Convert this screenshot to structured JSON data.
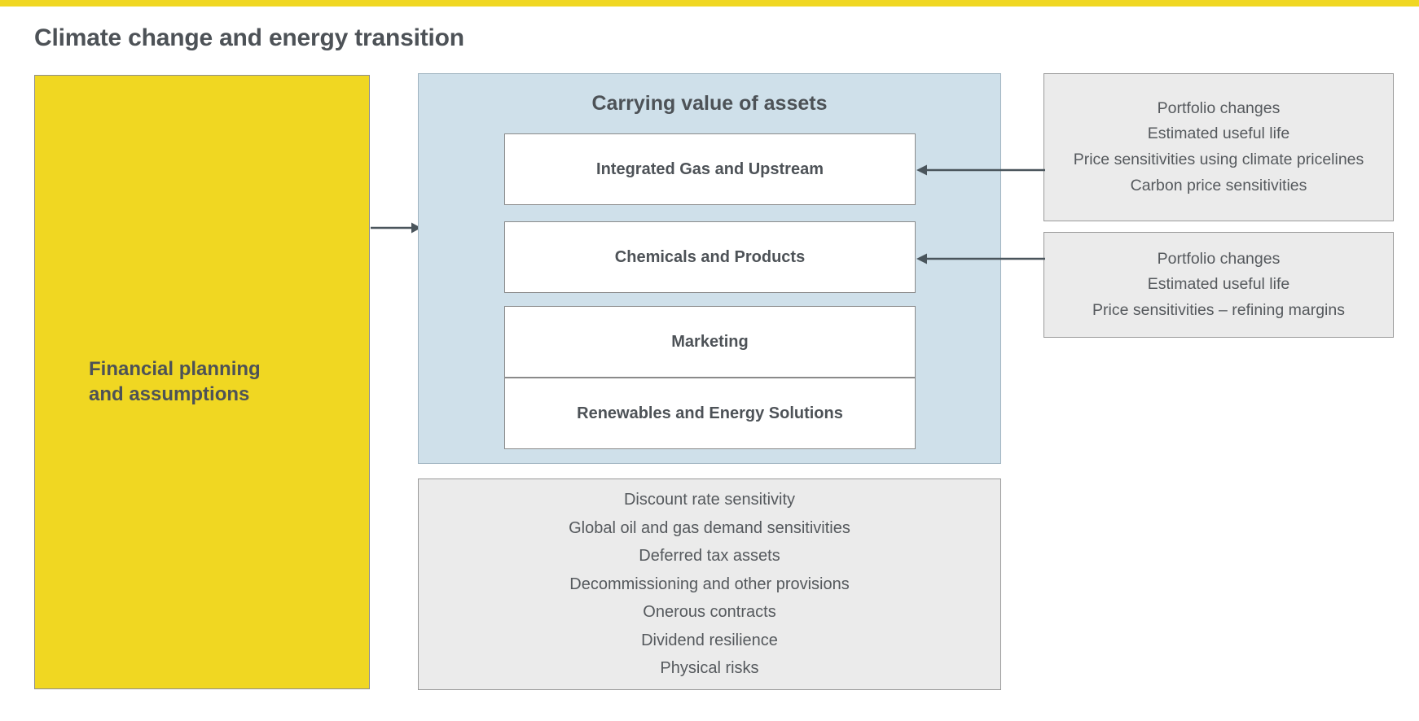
{
  "page": {
    "title": "Climate change and energy transition",
    "accent_color": "#f0d722",
    "panel_blue": "#cfe0ea",
    "panel_grey": "#ebebeb",
    "text_color": "#4d5257"
  },
  "financial_planning": {
    "label": "Financial planning\nand assumptions",
    "line1": "Financial planning",
    "line2": "and assumptions"
  },
  "carrying_value": {
    "title": "Carrying value of assets",
    "assets": [
      {
        "label": "Integrated Gas and Upstream"
      },
      {
        "label": "Chemicals and Products"
      },
      {
        "label": "Marketing"
      },
      {
        "label": "Renewables and Energy Solutions"
      }
    ]
  },
  "notes_upstream": {
    "lines": [
      "Portfolio changes",
      "Estimated useful life",
      "Price sensitivities using climate pricelines",
      "Carbon price sensitivities"
    ]
  },
  "notes_chemicals": {
    "lines": [
      "Portfolio changes",
      "Estimated useful life",
      "Price sensitivities – refining margins"
    ]
  },
  "notes_other": {
    "lines": [
      "Discount rate sensitivity",
      "Global oil and gas demand sensitivities",
      "Deferred tax assets",
      "Decommissioning and other provisions",
      "Onerous contracts",
      "Dividend resilience",
      "Physical risks"
    ]
  },
  "arrows": {
    "color": "#4a555c",
    "planning_to_assets": "right",
    "upstream_note_to_box": "left",
    "chemicals_note_to_box": "left"
  }
}
